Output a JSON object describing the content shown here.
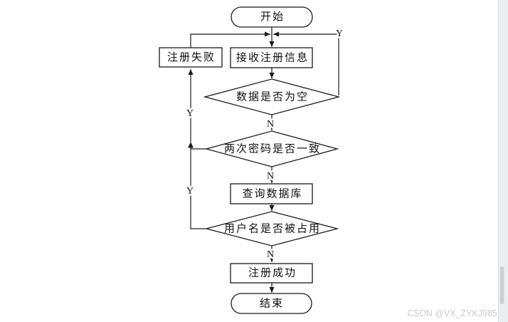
{
  "page": {
    "background": "#ffffff"
  },
  "flowchart": {
    "title_implied": "user registration flow",
    "nodes": {
      "start": {
        "label": "开始",
        "type": "terminator"
      },
      "reg_fail": {
        "label": "注册失败",
        "type": "process"
      },
      "receive_info": {
        "label": "接收注册信息",
        "type": "process"
      },
      "data_empty": {
        "label": "数据是否为空",
        "type": "decision"
      },
      "pwd_match": {
        "label": "两次密码是否一致",
        "type": "decision"
      },
      "query_db": {
        "label": "查询数据库",
        "type": "process"
      },
      "username_taken": {
        "label": "用户名是否被占用",
        "type": "decision"
      },
      "reg_success": {
        "label": "注册成功",
        "type": "process"
      },
      "end": {
        "label": "结束",
        "type": "terminator"
      }
    },
    "edge_labels": {
      "data_empty_yes": "Y",
      "data_empty_no": "N",
      "pwd_match_yes": "Y",
      "pwd_match_no": "N",
      "username_taken_yes": "Y",
      "username_taken_no": "N"
    }
  },
  "watermark": {
    "text": "CSDN @VX_ZYKJ985",
    "color": "#c7ccd1"
  },
  "colors": {
    "line": "#1a1a1a",
    "shape_fill": "#ffffff",
    "text": "#111111",
    "scrollbar_track": "#e9eef1",
    "scrollbar_thumb": "#c9d1d3"
  }
}
